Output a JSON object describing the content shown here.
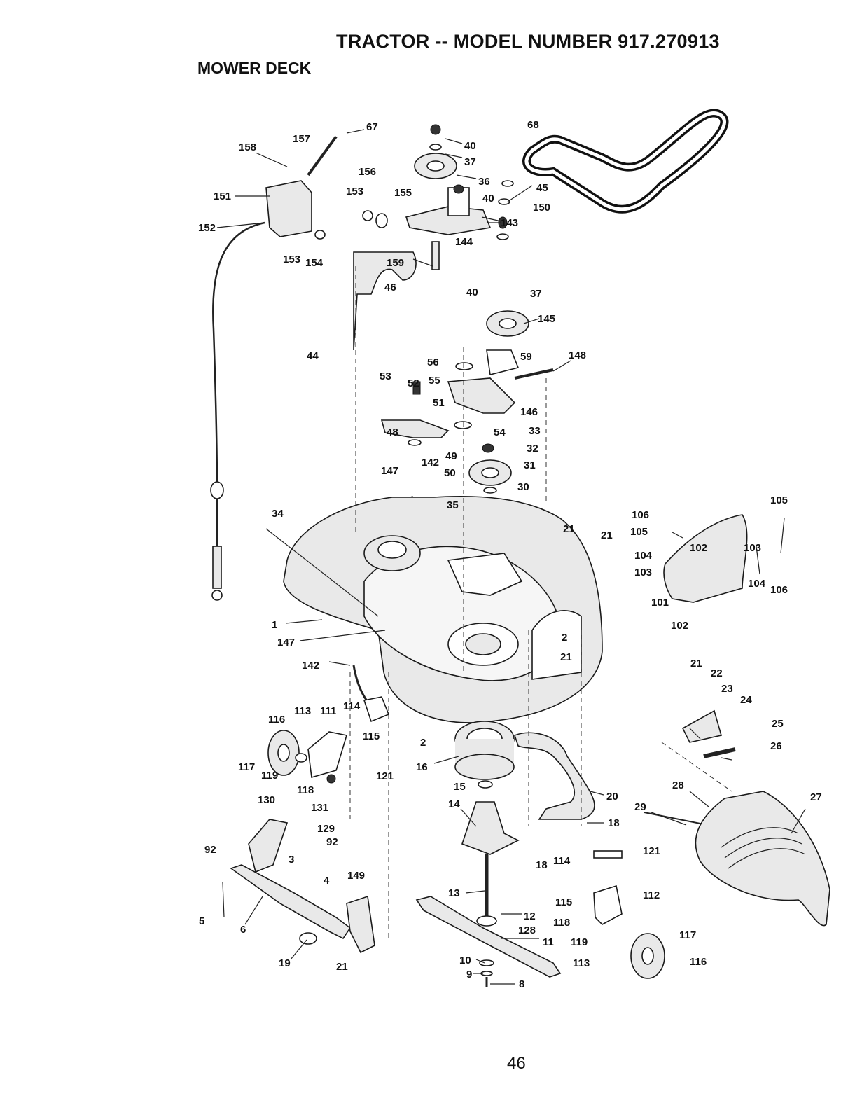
{
  "header": {
    "title": "TRACTOR -- MODEL NUMBER 917.270913",
    "subtitle": "MOWER DECK"
  },
  "page_number": "46",
  "callouts": [
    "1",
    "2",
    "2",
    "3",
    "4",
    "5",
    "6",
    "8",
    "9",
    "10",
    "11",
    "12",
    "13",
    "14",
    "15",
    "16",
    "18",
    "18",
    "19",
    "20",
    "21",
    "21",
    "21",
    "21",
    "21",
    "22",
    "23",
    "24",
    "25",
    "26",
    "27",
    "28",
    "29",
    "30",
    "31",
    "32",
    "33",
    "34",
    "35",
    "36",
    "37",
    "37",
    "40",
    "40",
    "40",
    "44",
    "45",
    "46",
    "48",
    "49",
    "50",
    "51",
    "52",
    "53",
    "54",
    "55",
    "56",
    "59",
    "67",
    "68",
    "92",
    "92",
    "101",
    "102",
    "102",
    "103",
    "103",
    "104",
    "104",
    "105",
    "105",
    "106",
    "106",
    "111",
    "112",
    "113",
    "113",
    "114",
    "114",
    "115",
    "115",
    "116",
    "116",
    "117",
    "117",
    "118",
    "118",
    "119",
    "119",
    "121",
    "121",
    "128",
    "129",
    "130",
    "131",
    "142",
    "142",
    "143",
    "144",
    "145",
    "146",
    "147",
    "147",
    "148",
    "149",
    "150",
    "151",
    "152",
    "153",
    "153",
    "154",
    "155",
    "156",
    "157",
    "158",
    "159"
  ]
}
